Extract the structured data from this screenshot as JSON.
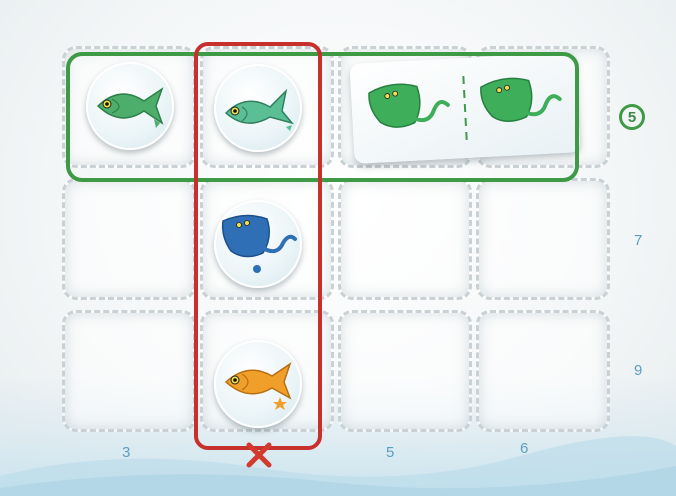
{
  "board": {
    "row_scores": [
      {
        "value": "5",
        "circled": true
      },
      {
        "value": "7",
        "circled": false
      },
      {
        "value": "9",
        "circled": false
      }
    ],
    "column_scores": [
      {
        "value": "3",
        "crossed": false
      },
      {
        "value": "",
        "crossed": true
      },
      {
        "value": "5",
        "crossed": false
      },
      {
        "value": "6",
        "crossed": false
      }
    ],
    "cross_mark": "✕",
    "colors": {
      "highlight_row": "#3e9a45",
      "highlight_column": "#c8302e",
      "score_text": "#5b9fc0"
    }
  },
  "grid": {
    "rows": 3,
    "columns": 4,
    "tokens": [
      {
        "row": 1,
        "col": 1,
        "icon": "green-fish-icon"
      },
      {
        "row": 1,
        "col": 2,
        "icon": "green-fish-icon"
      },
      {
        "row": 2,
        "col": 2,
        "icon": "blue-stingray-icon"
      },
      {
        "row": 3,
        "col": 2,
        "icon": "orange-fish-icon"
      }
    ],
    "double_card": {
      "row": 1,
      "cols": [
        3,
        4
      ],
      "icon": "green-stingray-icon",
      "count": 2
    }
  }
}
